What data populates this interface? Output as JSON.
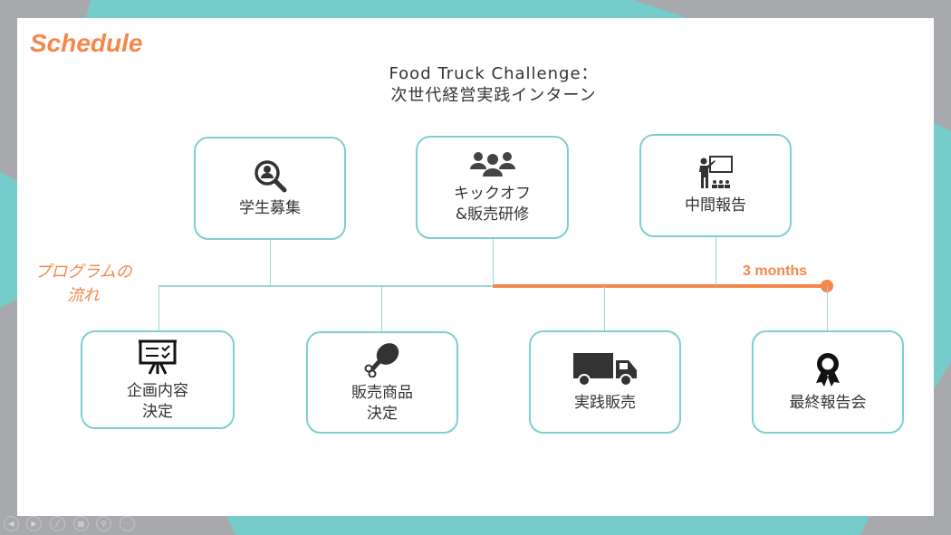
{
  "slide": {
    "title": "Schedule",
    "subtitle_line1": "Food Truck Challenge：",
    "subtitle_line2": "次世代経営実践インターン",
    "flow_label_1": "プログラムの",
    "flow_label_2": "流れ",
    "duration": "3 months"
  },
  "top_steps": [
    {
      "label1": "学生募集",
      "label2": "",
      "icon": "search-person-icon"
    },
    {
      "label1": "キックオフ",
      "label2": "&販売研修",
      "icon": "group-icon"
    },
    {
      "label1": "中間報告",
      "label2": "",
      "icon": "presentation-icon"
    }
  ],
  "bottom_steps": [
    {
      "label1": "企画内容",
      "label2": "決定",
      "icon": "planning-board-icon"
    },
    {
      "label1": "販売商品",
      "label2": "決定",
      "icon": "drumstick-icon"
    },
    {
      "label1": "実践販売",
      "label2": "",
      "icon": "truck-icon"
    },
    {
      "label1": "最終報告会",
      "label2": "",
      "icon": "award-ribbon-icon"
    }
  ],
  "colors": {
    "accent": "#f5874a",
    "teal": "#76cbcb",
    "frame": "#a8a9ad"
  },
  "viewer_controls": [
    "previous",
    "next",
    "pen",
    "slides",
    "zoom",
    "more"
  ]
}
